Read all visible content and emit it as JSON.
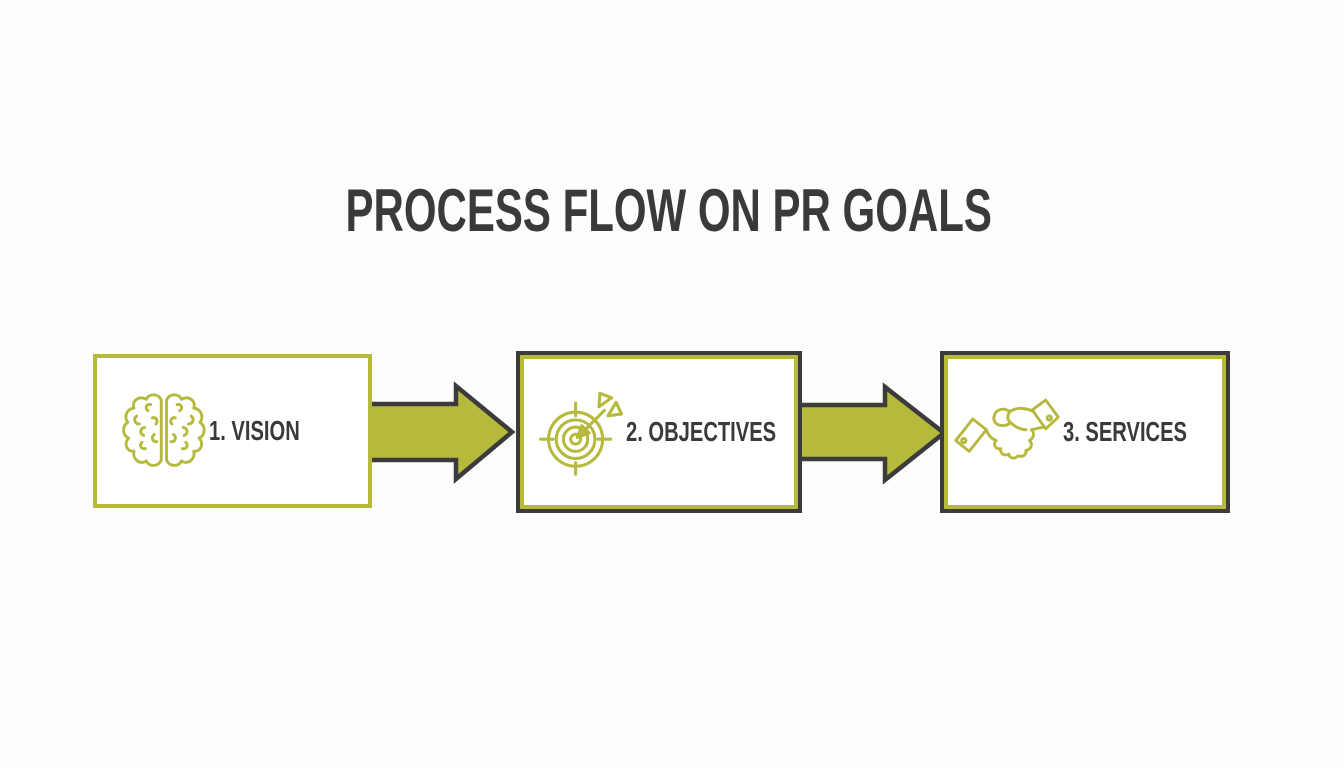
{
  "title": "PROCESS FLOW ON PR GOALS",
  "steps": [
    {
      "label": "1. VISION",
      "icon": "brain-icon"
    },
    {
      "label": "2. OBJECTIVES",
      "icon": "target-icon"
    },
    {
      "label": "3. SERVICES",
      "icon": "handshake-icon"
    }
  ],
  "arrows": [
    {
      "name": "arrow-vision-to-objectives",
      "direction": "right"
    },
    {
      "name": "arrow-objectives-to-services",
      "direction": "right"
    }
  ],
  "colors": {
    "accent_olive": "#b5b93c",
    "outline_dark": "#3b3b3b",
    "text_dark": "#3a3a3a",
    "background": "#fdfdfd",
    "box_fill": "#ffffff"
  }
}
